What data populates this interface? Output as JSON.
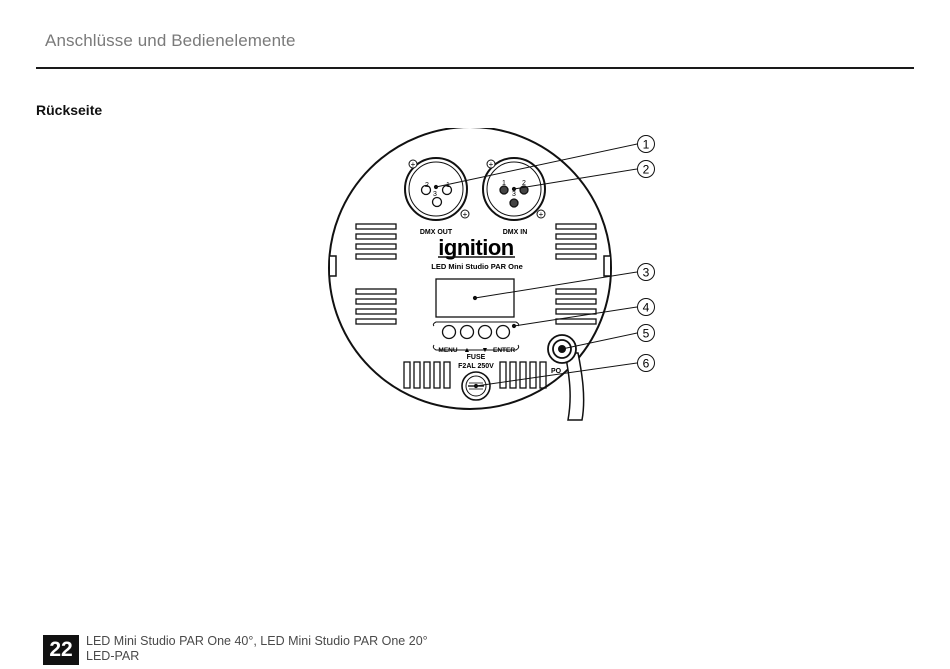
{
  "header": {
    "title": "Anschlüsse und Bedienelemente"
  },
  "section": {
    "title": "Rückseite"
  },
  "diagram": {
    "labels": {
      "dmx_out": "DMX OUT",
      "dmx_in": "DMX IN",
      "brand": "ignition",
      "model": "LED Mini Studio PAR One",
      "menu": "MENU",
      "up": "▲",
      "down": "▼",
      "enter": "ENTER",
      "fuse": "FUSE",
      "fuse_rating": "F2AL 250V",
      "power": "PO",
      "pin1": "1",
      "pin2": "2",
      "pin3": "3"
    },
    "callouts": [
      "1",
      "2",
      "3",
      "4",
      "5",
      "6"
    ]
  },
  "footer": {
    "page_number": "22",
    "product_line": "LED Mini Studio PAR One 40°, LED Mini Studio PAR One 20°",
    "product_code": "LED-PAR"
  }
}
